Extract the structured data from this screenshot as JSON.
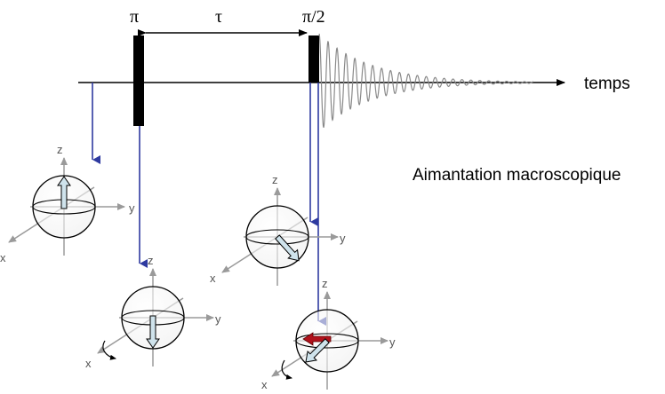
{
  "pulses": {
    "pi": "π",
    "delay": "τ",
    "pi_half": "π/2"
  },
  "time_axis_label": "temps",
  "caption": "Aimantation macroscopique",
  "axis_labels": {
    "z": "z",
    "y": "y",
    "x": "x"
  },
  "colors": {
    "pulse": "#000000",
    "arrow_blue": "#2e3aa0",
    "axis_gray": "#9a9a9a",
    "magnetization_fill": "#cfe3ec",
    "magnetization_red": "#b0121c",
    "fid": "#8a8a8a"
  }
}
